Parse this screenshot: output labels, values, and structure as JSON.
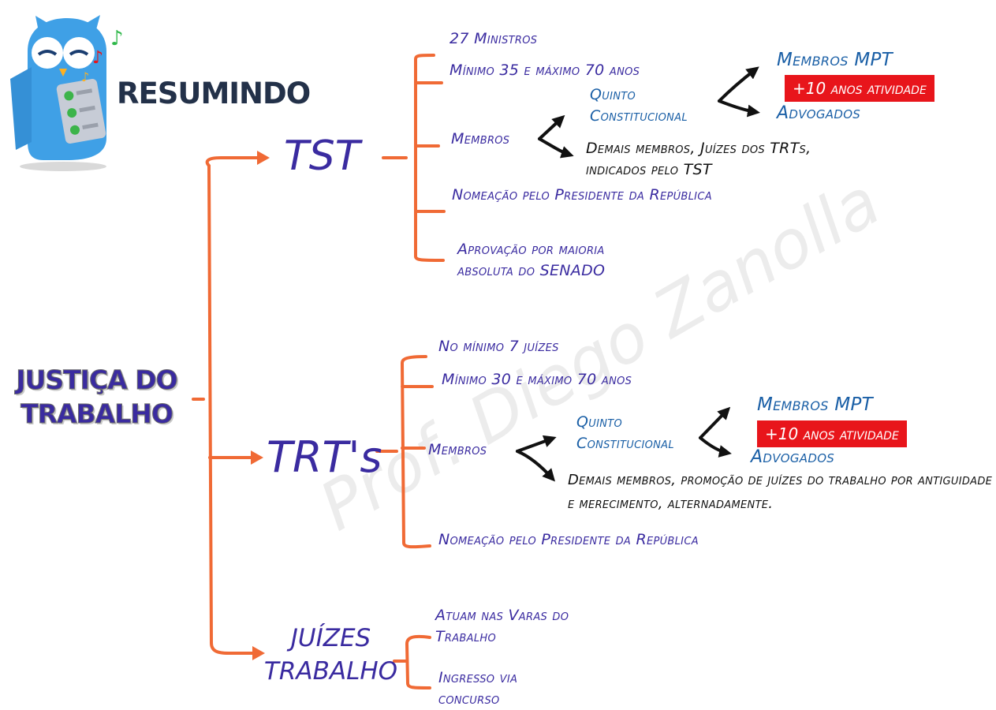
{
  "brand": {
    "title": "RESUMINDO"
  },
  "watermark": "Prof. Diego Zanolla",
  "root": {
    "line1": "JUSTIÇA DO",
    "line2": "TRABALHO"
  },
  "tst": {
    "label": "TST",
    "items": {
      "ministros": "27 Ministros",
      "idade": "Mínimo 35 e máximo 70 anos",
      "membros": "Membros",
      "nomeacao": "Nomeação pelo Presidente da República",
      "aprovacao": "Aprovação por maioria absoluta do SENADO"
    },
    "quinto": "Quinto Constitucional",
    "mpt": "Membros MPT",
    "badge": "+10 anos atividade",
    "advogados": "Advogados",
    "demais": "Demais membros, Juízes dos TRTs, indicados pelo TST"
  },
  "trt": {
    "label": "TRT's",
    "items": {
      "juizes": "No mínimo 7 juízes",
      "idade": "Mínimo 30 e máximo 70 anos",
      "membros": "Membros",
      "nomeacao": "Nomeação pelo Presidente da República"
    },
    "quinto": "Quinto Constitucional",
    "mpt": "Membros MPT",
    "badge": "+10 anos atividade",
    "advogados": "Advogados",
    "demais": "Demais membros, promoção de juízes do trabalho por antiguidade e merecimento, alternadamente."
  },
  "juizes": {
    "line1": "JUÍZES",
    "line2": "TRABALHO",
    "items": {
      "varas": "Atuam nas Varas do Trabalho",
      "ingresso": "Ingresso via concurso"
    }
  },
  "colors": {
    "connector": "#f06a35",
    "text": "#3a2ba0",
    "badge": "#e8151b",
    "arrow": "#111111"
  }
}
